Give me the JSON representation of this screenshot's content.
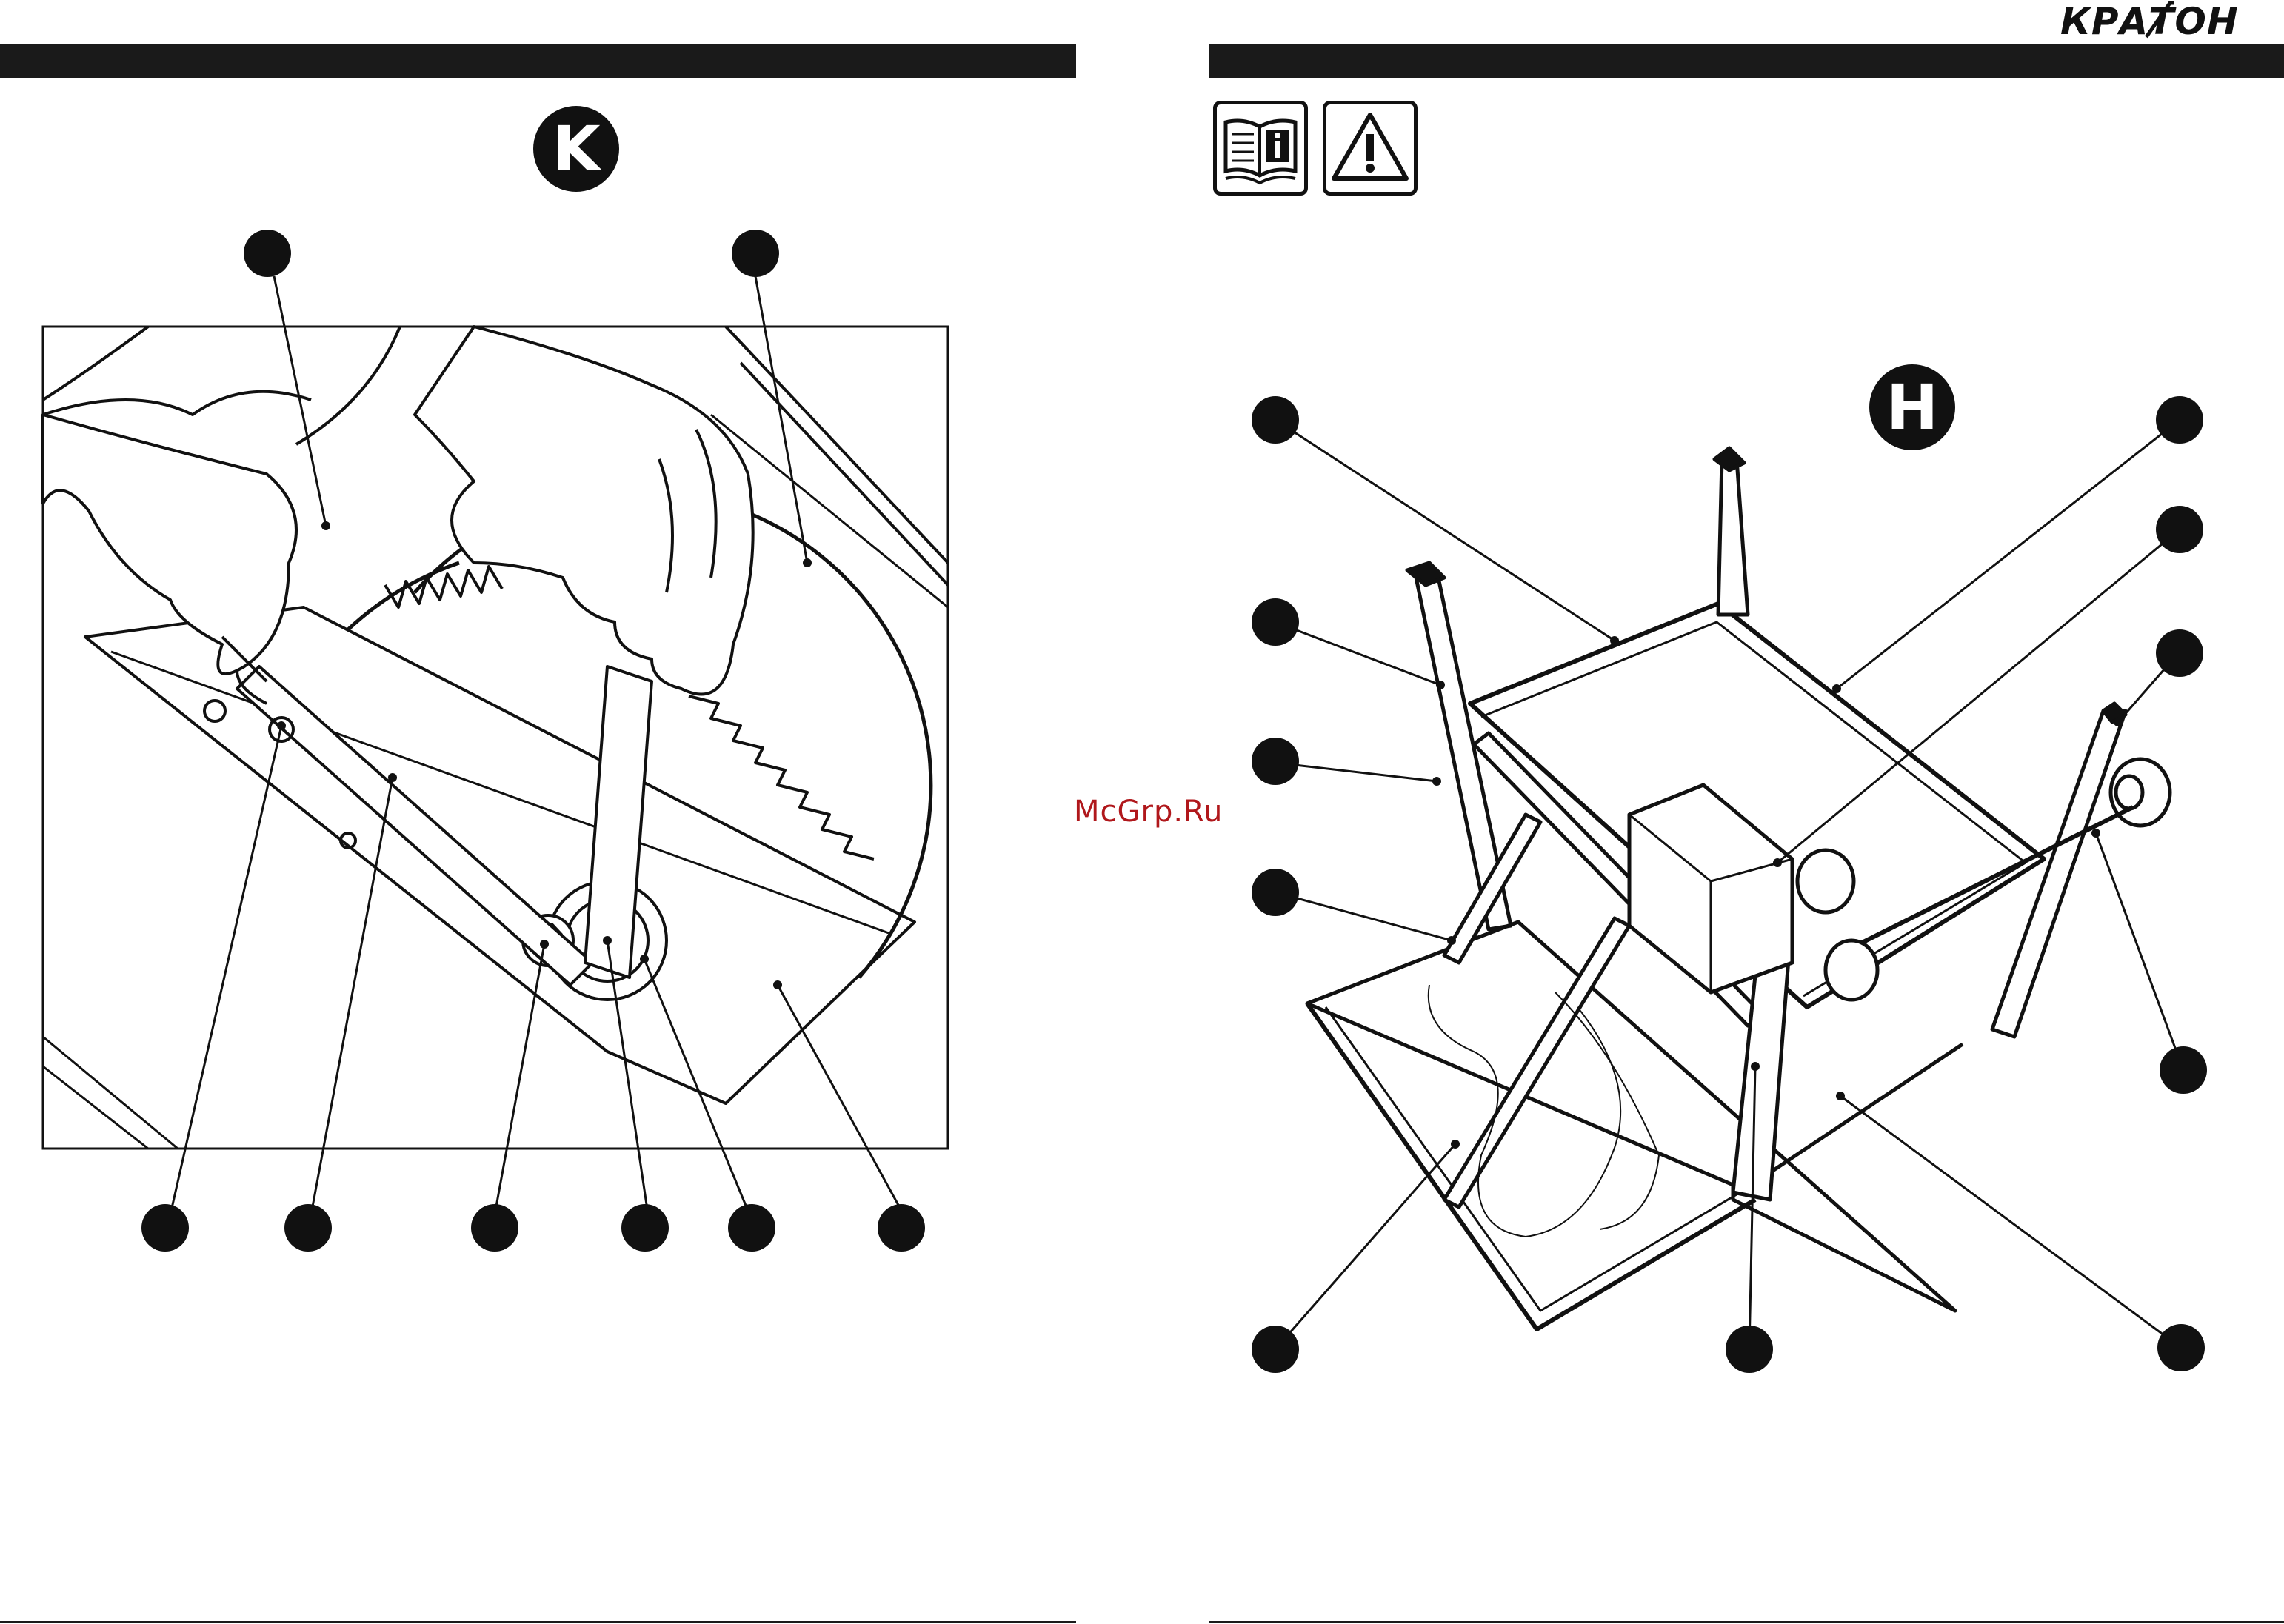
{
  "brand": {
    "name": "КРАТОН"
  },
  "watermark": {
    "text": "McGrp.Ru"
  },
  "left_page": {
    "figure_letter": "K"
  },
  "right_page": {
    "figure_letter": "H",
    "icons": [
      "manual-book-icon",
      "warning-triangle-icon"
    ]
  }
}
